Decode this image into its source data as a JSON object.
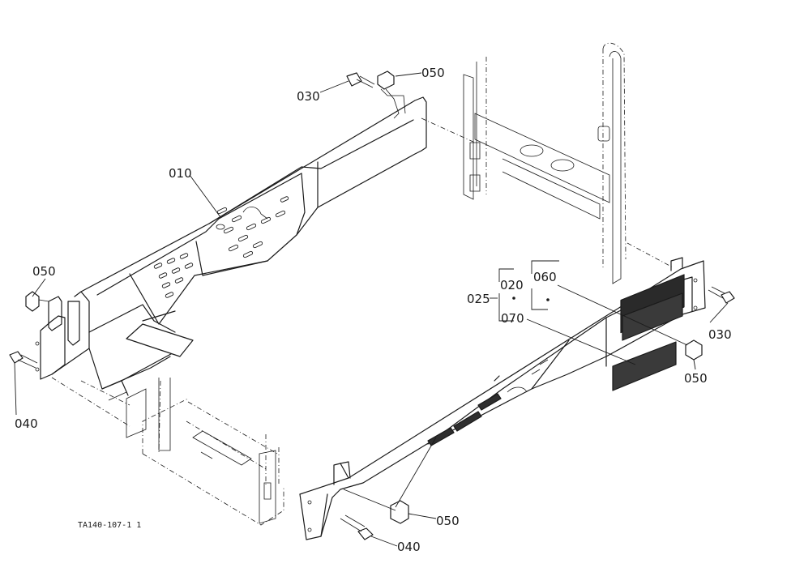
{
  "parts": {
    "p010": "010",
    "p020": "020",
    "p025": "025",
    "p030_top": "030",
    "p030_right": "030",
    "p040_left": "040",
    "p040_bottom": "040",
    "p050_top": "050",
    "p050_left": "050",
    "p050_right": "050",
    "p050_bottom": "050",
    "p060": "060",
    "p070": "070"
  },
  "caption": "TA140-107-1 1",
  "colors": {
    "line": "#1a1a1a",
    "background": "#ffffff"
  }
}
